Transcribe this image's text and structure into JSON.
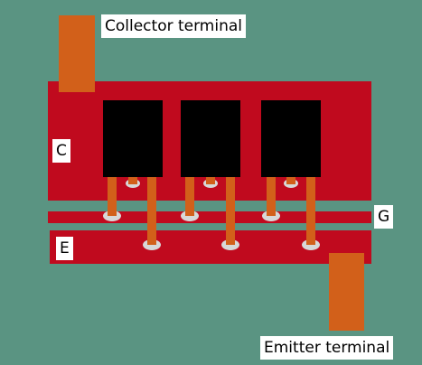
{
  "labels": {
    "collector_terminal": "Collector terminal",
    "emitter_terminal": "Emitter terminal",
    "c": "C",
    "e": "E",
    "g": "G"
  },
  "colors": {
    "background": "#5a9482",
    "busbar": "#c00a1e",
    "terminal": "#d2601a",
    "chip": "#000000",
    "pad": "#d8d8d8",
    "label_bg": "#ffffff"
  },
  "components": {
    "transistor_count": 3
  }
}
